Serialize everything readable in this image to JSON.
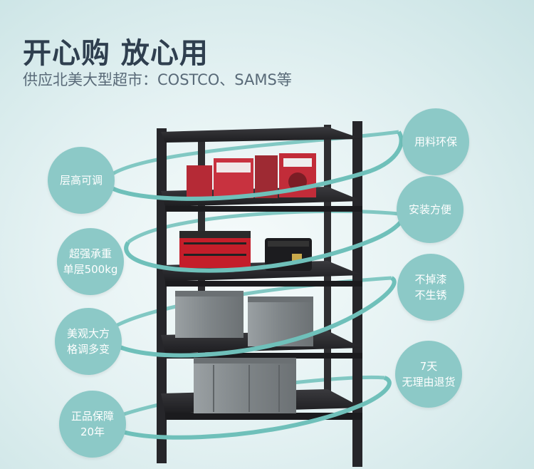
{
  "header": {
    "headline": "开心购 放心用",
    "subline": "供应北美大型超市：COSTCO、SAMS等"
  },
  "badges_left": [
    {
      "lines": [
        "层高可调"
      ]
    },
    {
      "lines": [
        "超强承重",
        "单层500kg"
      ]
    },
    {
      "lines": [
        "美观大方",
        "格调多变"
      ]
    },
    {
      "lines": [
        "正品保障",
        "20年"
      ]
    }
  ],
  "badges_right": [
    {
      "lines": [
        "用料环保"
      ]
    },
    {
      "lines": [
        "安装方便"
      ]
    },
    {
      "lines": [
        "不掉漆",
        "不生锈"
      ]
    },
    {
      "lines": [
        "7天",
        "无理由退货"
      ]
    }
  ],
  "colors": {
    "badge": "#8cc9c7",
    "ring": "#6fc0ba",
    "shelf": "#2b2b2e",
    "crate": "#8d9194"
  }
}
